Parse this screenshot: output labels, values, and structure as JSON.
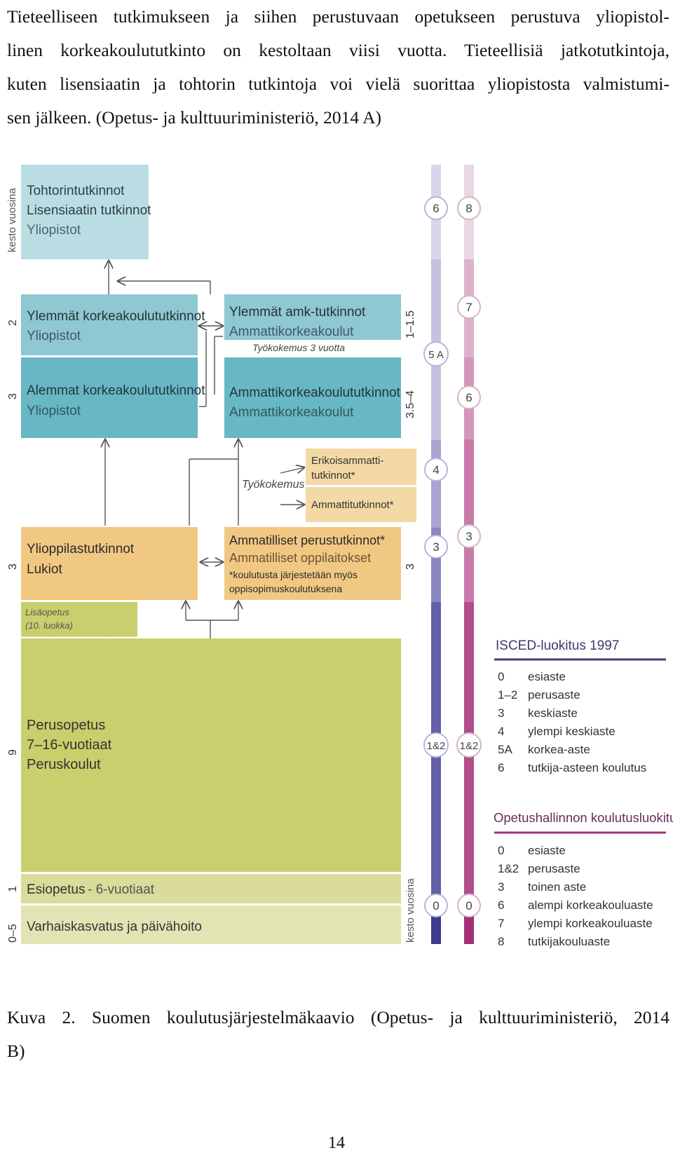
{
  "paragraph": {
    "lines": [
      "Tieteelliseen tutkimukseen ja siihen perustuvaan opetukseen perustuva yliopistol-",
      "linen korkeakoulututkinto on kestoltaan viisi vuotta. Tieteellisiä jatkotutkintoja,",
      "kuten lisensiaatin ja tohtorin tutkintoja voi vielä suorittaa yliopistosta valmistumi-",
      "sen jälkeen. (Opetus- ja kulttuuriministeriö, 2014 A)"
    ]
  },
  "diagram": {
    "axis_label_left": "kesto vuosina",
    "axis_label_right": "kesto vuosina",
    "colors": {
      "doctoral": "#b9dde3",
      "upper": "#8fc7d2",
      "lower": "#67b8c4",
      "vocational": "#f1c882",
      "special": "#f3d9a5",
      "basic": "#c9cf6c",
      "basic_light": "#d9dc9a",
      "preschool": "#e2e4b4",
      "isced_bar": "#8a86c2",
      "national_bar": "#c46aa0"
    },
    "boxes": {
      "doctoral": {
        "line1": "Tohtorintutkinnot",
        "line2": "Lisensiaatin tutkinnot",
        "line3": "Yliopistot"
      },
      "upper_uni": {
        "title": "Ylemmät korkeakoulututkinnot",
        "sub": "Yliopistot",
        "years": "2"
      },
      "lower_uni": {
        "title": "Alemmat korkeakoulututkinnot",
        "sub": "Yliopistot",
        "years": "3"
      },
      "upper_amk": {
        "title": "Ylemmät amk-tutkinnot",
        "sub": "Ammattikorkeakoulut",
        "years": "1–1.5"
      },
      "amk": {
        "title": "Ammattikorkeakoulututkinnot",
        "sub": "Ammattikorkeakoulut",
        "years": "3.5–4"
      },
      "work_experience_3": "Työkokemus 3 vuotta",
      "work_experience": "Työkokemus",
      "special_vocational": {
        "line1": "Erikoisammatti-",
        "line2": "tutkinnot*"
      },
      "vocational_quals": "Ammattitutkinnot*",
      "matriculation": {
        "title": "Ylioppilastutkinnot",
        "sub": "Lukiot",
        "years": "3"
      },
      "vocational_basic": {
        "title": "Ammatilliset perustutkinnot*",
        "sub": "Ammatilliset oppilaitokset",
        "note1": "*koulutusta järjestetään myös",
        "note2": "oppisopimuskoulutuksena",
        "years": "3"
      },
      "additional": {
        "line1": "Lisäopetus",
        "line2": "(10. luokka)"
      },
      "basic": {
        "line1": "Perusopetus",
        "line2": "7–16-vuotiaat",
        "line3": "Peruskoulut",
        "years": "9"
      },
      "preschool": {
        "title": "Esiopetus",
        "age": "- 6-vuotiaat",
        "years": "1"
      },
      "early": {
        "title": "Varhaiskasvatus ja päivähoito",
        "years": "0–5"
      }
    },
    "isced_levels": [
      "6",
      "5 A",
      "4",
      "3",
      "1&2",
      "0"
    ],
    "national_levels": [
      "8",
      "7",
      "6",
      "3",
      "1&2",
      "0"
    ],
    "legend_isced": {
      "title": "ISCED-luokitus 1997",
      "rows": [
        [
          "0",
          "esiaste"
        ],
        [
          "1–2",
          "perusaste"
        ],
        [
          "3",
          "keskiaste"
        ],
        [
          "4",
          "ylempi keskiaste"
        ],
        [
          "5A",
          "korkea-aste"
        ],
        [
          "6",
          "tutkija-asteen koulutus"
        ]
      ]
    },
    "legend_national": {
      "title": "Opetushallinnon koulutusluokitus",
      "rows": [
        [
          "0",
          "esiaste"
        ],
        [
          "1&2",
          "perusaste"
        ],
        [
          "3",
          "toinen aste"
        ],
        [
          "6",
          "alempi korkeakouluaste"
        ],
        [
          "7",
          "ylempi korkeakouluaste"
        ],
        [
          "8",
          "tutkijakouluaste"
        ]
      ]
    }
  },
  "caption": {
    "line1": "Kuva 2. Suomen koulutusjärjestelmäkaavio (Opetus- ja kulttuuriministeriö, 2014",
    "line2": "B)"
  },
  "page_number": "14"
}
